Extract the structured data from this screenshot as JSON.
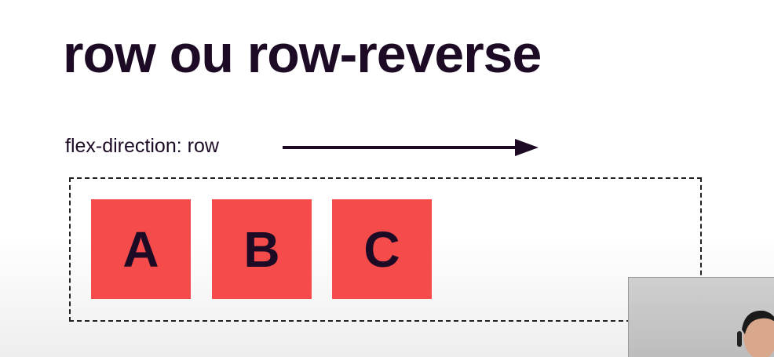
{
  "slide": {
    "title": "row ou row-reverse",
    "direction_label": "flex-direction: row"
  },
  "flex_items": [
    {
      "label": "A"
    },
    {
      "label": "B"
    },
    {
      "label": "C"
    }
  ],
  "colors": {
    "text": "#1d0b26",
    "item_fill": "#f64b4b",
    "container_border": "#222222",
    "background": "#ffffff"
  },
  "icons": {
    "direction_arrow": "arrow-right-icon",
    "webcam": "presenter-webcam"
  }
}
